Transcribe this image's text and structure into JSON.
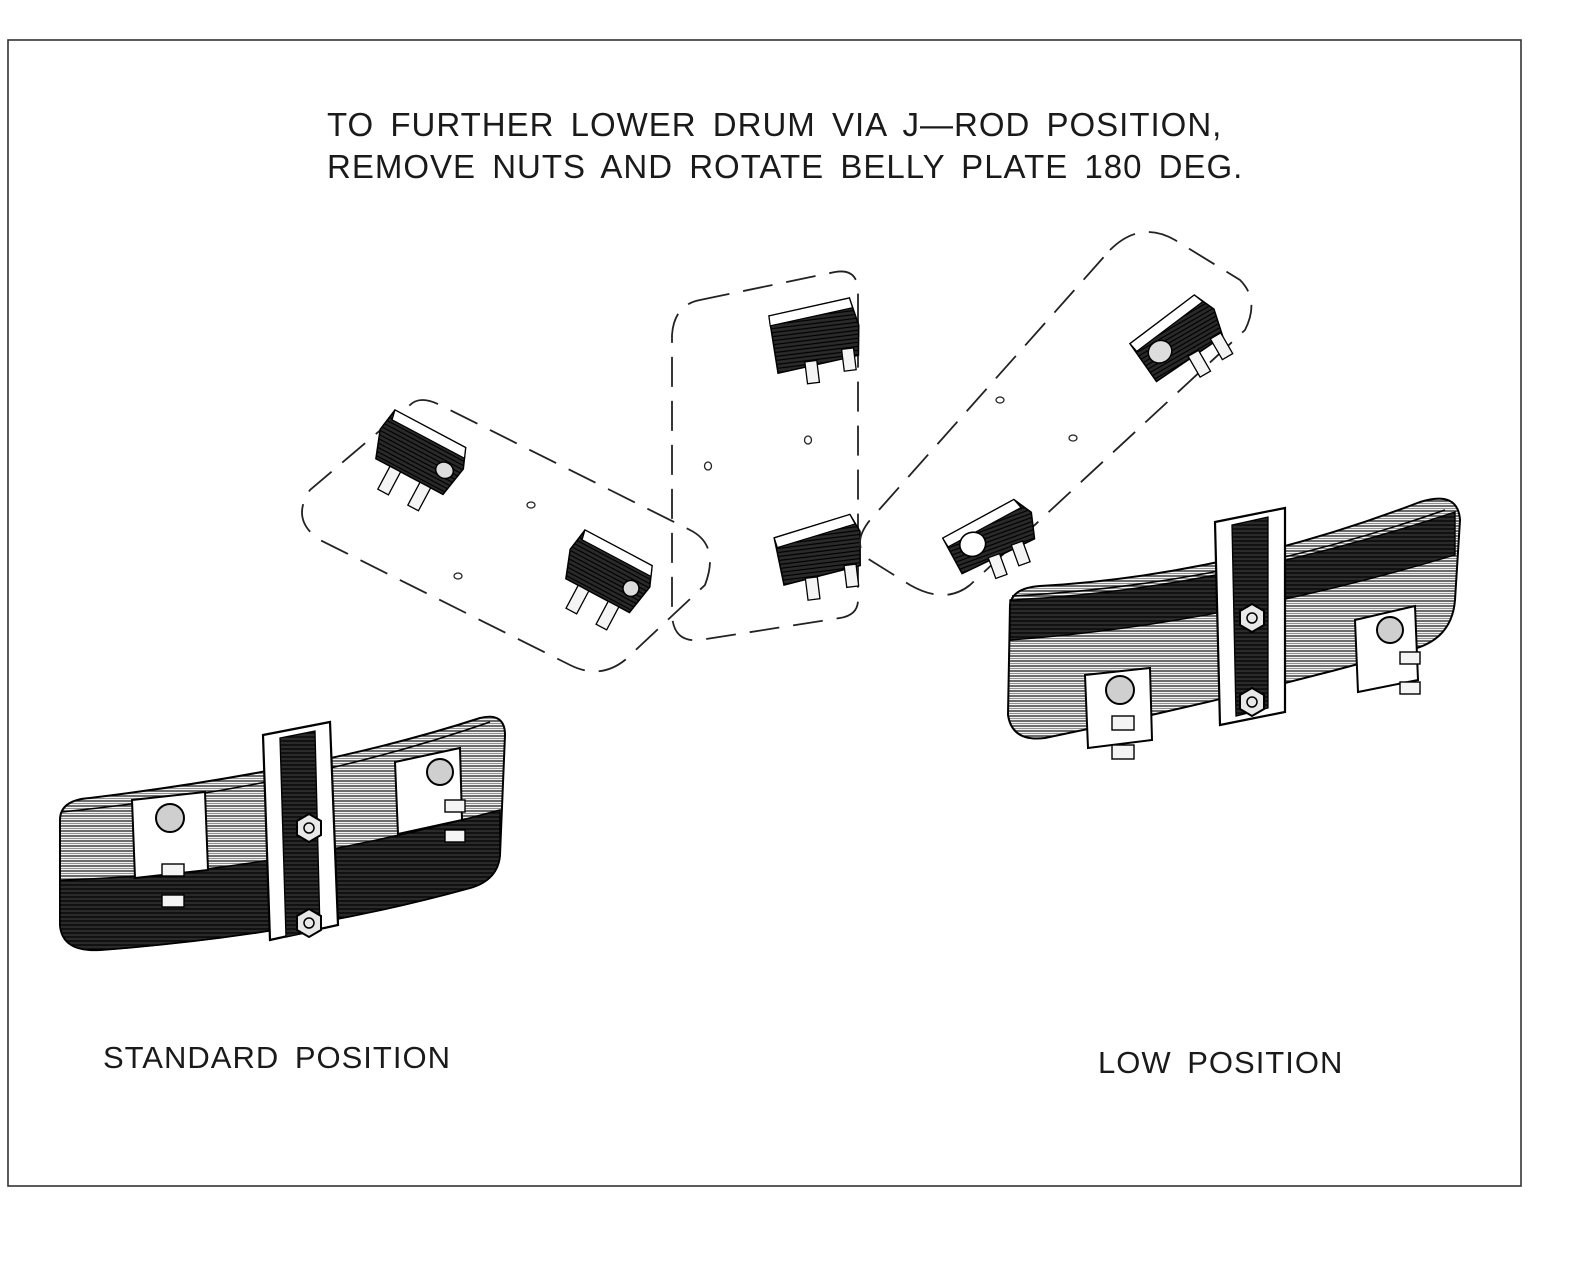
{
  "instruction": {
    "line1": "TO FURTHER LOWER DRUM VIA J—ROD POSITION,",
    "line2": "REMOVE NUTS AND ROTATE BELLY PLATE 180 DEG."
  },
  "labels": {
    "standard": "STANDARD POSITION",
    "low": "LOW POSITION"
  },
  "colors": {
    "ink": "#1a1a1a",
    "paper": "#ffffff"
  }
}
